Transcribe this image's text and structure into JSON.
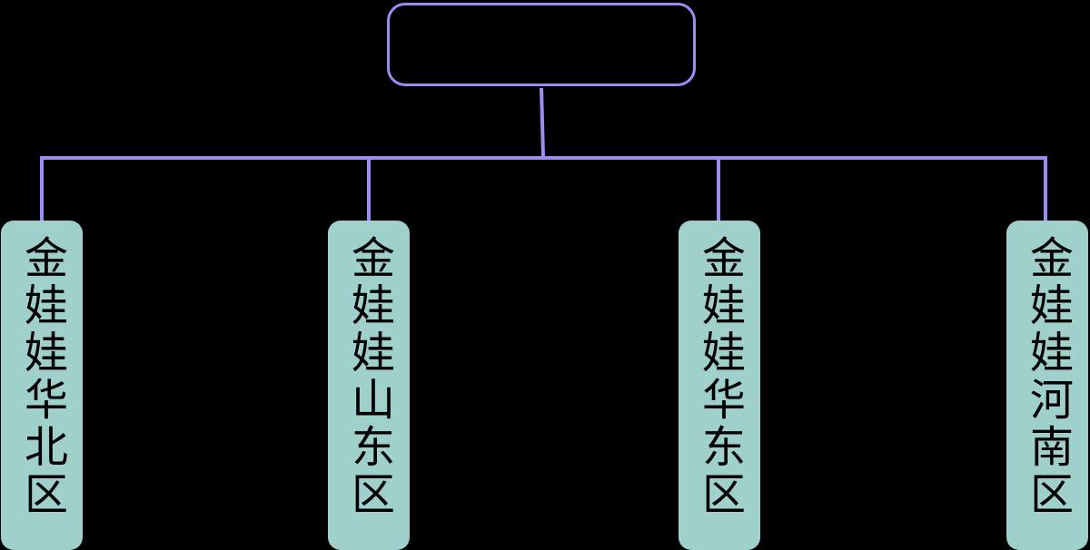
{
  "colors": {
    "background": "#000000",
    "connector": "#9b8cf2",
    "node_fill": "#9fd0cc",
    "node_text": "#000000"
  },
  "root": {
    "label": ""
  },
  "children": [
    {
      "label": "金娃娃华北区"
    },
    {
      "label": "金娃娃山东区"
    },
    {
      "label": "金娃娃华东区"
    },
    {
      "label": "金娃娃河南区"
    }
  ]
}
